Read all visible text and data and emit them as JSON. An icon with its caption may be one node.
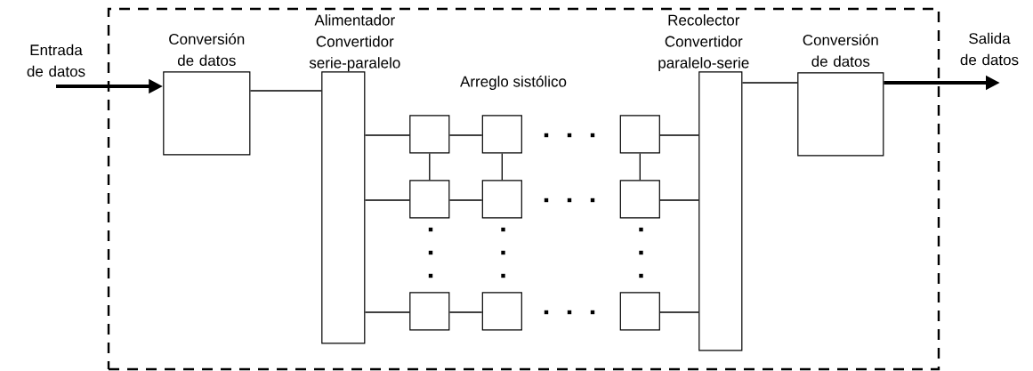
{
  "diagram": {
    "nodes": [
      {
        "text": [],
        "shape": "box"
      },
      {
        "text": [
          "Entrada de datos"
        ]
      },
      {
        "text": [
          "Conversión de datos"
        ],
        "in": 0
      },
      {
        "text": [
          "Alimentador Convertidor serie-paralelo"
        ],
        "in": 0
      },
      {
        "text": [],
        "shape": "box",
        "in": 0
      },
      {
        "text": [],
        "shape": "box",
        "in": 0
      },
      {
        "text": [],
        "shape": "box",
        "in": 0
      },
      {
        "text": [],
        "shape": "box",
        "in": 0
      },
      {
        "text": [],
        "shape": "box",
        "in": 0
      },
      {
        "text": [],
        "shape": "box",
        "in": 0
      },
      {
        "text": [],
        "shape": "box",
        "in": 0
      },
      {
        "text": [],
        "shape": "box",
        "in": 0
      },
      {
        "text": [],
        "shape": "box",
        "in": 0
      },
      {
        "text": [
          "Recolector Convertidor paralelo-serie"
        ],
        "in": 0
      },
      {
        "text": [
          "Conversión de datos"
        ],
        "in": 0
      },
      {
        "text": [
          "Salida de datos"
        ]
      }
    ],
    "edges": [
      {
        "from": 1,
        "to": 2,
        "arrow": "to",
        "style": "thick"
      },
      {
        "from": 2,
        "to": 3,
        "arrow": "none"
      },
      {
        "from": 3,
        "to": 4,
        "arrow": "none"
      },
      {
        "from": 3,
        "to": 7,
        "arrow": "none"
      },
      {
        "from": 3,
        "to": 10,
        "arrow": "none"
      },
      {
        "from": 4,
        "to": 5,
        "arrow": "none"
      },
      {
        "from": 7,
        "to": 8,
        "arrow": "none"
      },
      {
        "from": 10,
        "to": 11,
        "arrow": "none"
      },
      {
        "from": 4,
        "to": 7,
        "arrow": "none"
      },
      {
        "from": 5,
        "to": 8,
        "arrow": "none"
      },
      {
        "from": 6,
        "to": 9,
        "arrow": "none"
      },
      {
        "from": 6,
        "to": 13,
        "arrow": "none"
      },
      {
        "from": 9,
        "to": 13,
        "arrow": "none"
      },
      {
        "from": 12,
        "to": 13,
        "arrow": "none"
      },
      {
        "from": 13,
        "to": 14,
        "arrow": "none"
      },
      {
        "from": 14,
        "to": 15,
        "arrow": "to",
        "style": "thick"
      }
    ],
    "labels": [
      "Arreglo sistólico"
    ]
  }
}
